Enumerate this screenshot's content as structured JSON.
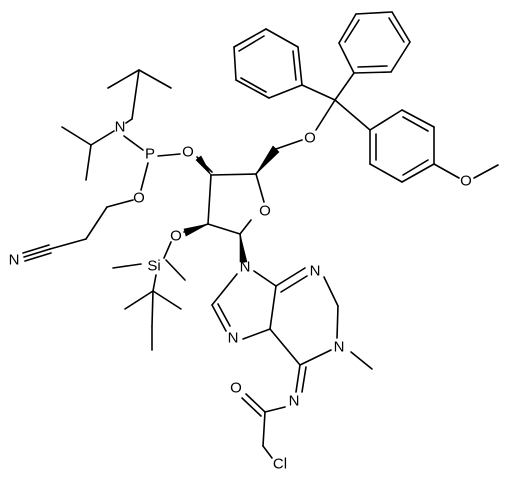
{
  "molecule": {
    "atom_labels": {
      "n_amine": "N",
      "p_phosphorus": "P",
      "o_p3": "O",
      "o_p_cyanoethyl": "O",
      "n_nitrile": "N",
      "o_ring": "O",
      "o_5prime": "O",
      "o_methoxy": "O",
      "o_2prime": "O",
      "si": "Si",
      "n9": "N",
      "n7": "N",
      "n3": "N",
      "n1": "N",
      "n6": "N",
      "o_carbonyl": "O",
      "cl": "Cl"
    }
  },
  "colors": {
    "ink": "#000000",
    "background": "#ffffff"
  }
}
